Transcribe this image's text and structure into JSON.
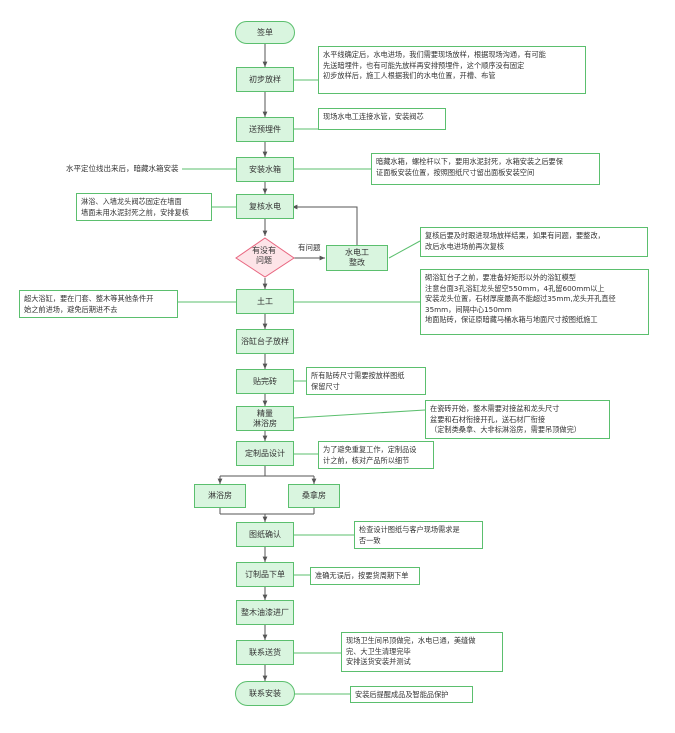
{
  "colors": {
    "node_fill": "#d9f5df",
    "node_border": "#5bbf6e",
    "decision_fill": "#fde4e8",
    "decision_border": "#e8657f",
    "line": "#555555"
  },
  "nodes": {
    "sign": "签单",
    "initial_layout": "初步放样",
    "embed_parts": "送预埋件",
    "install_tank": "安装水箱",
    "review_plumbing": "复核水电",
    "check_issue": "有没有\n问题",
    "fix_plumbing": "水电工\n整改",
    "masonry": "土工",
    "tub_platform": "浴缸台子放样",
    "tiling": "贴完砖",
    "measure_shower": "精量\n淋浴房",
    "custom_design": "定制品设计",
    "shower_room": "淋浴房",
    "sauna_room": "桑拿房",
    "drawing_confirm": "图纸确认",
    "order_custom": "订制品下单",
    "wood_paint": "整木油漆进厂",
    "contact_delivery": "联系送货",
    "contact_install": "联系安装"
  },
  "edge_labels": {
    "has_issue": "有问题"
  },
  "notes": {
    "initial_layout": "水平线确定后，水电进场，我们需要现场放样，根据现场沟通，有可能\n先送暗埋件，也有可能先放样再安排预埋件，这个顺序没有固定\n初步放样后，施工人根据我们的水电位置，开槽、布管",
    "embed_parts": "现场水电工连接水管，安装阀芯",
    "install_tank_left": "水平定位线出来后，暗藏水箱安装",
    "install_tank_right": "暗藏水箱，螺栓杆以下，要用水泥封死，水箱安装之后要保\n证面板安装位置，按照图纸尺寸留出面板安装空间",
    "review_left": "淋浴、入墙龙头阀芯固定在墙面\n墙面未用水泥封死之前，安排复核",
    "fix_plumbing": "复核后要及时跟进现场放样结果，如果有问题，要整改，\n改后水电进场前再次复核",
    "masonry_left": "超大浴缸，要在门套、整木等其他条件开\n始之前进场，避免后期进不去",
    "masonry_right": "砌浴缸台子之前，要准备好矩形以外的浴缸模型\n注意台面3孔浴缸龙头留空550mm，4孔留600mm以上\n安装龙头位置，石材厚度最高不能超过35mm,龙头开孔直径\n35mm，间隔中心150mm\n地面贴砖，保证原暗藏马桶水箱与地面尺寸按图纸施工",
    "tiling": "所有贴砖尺寸需要按放样图纸\n保留尺寸",
    "measure_shower": "在瓷砖开始，整木需要对接盆和龙头尺寸\n盆要和石材衔接开孔，送石材厂衔接\n（定制类桑拿、大非标淋浴房，需要吊顶做完）",
    "custom_design": "为了避免重复工作，定制品设\n计之前，核对产品所以细节",
    "drawing_confirm": "检查设计图纸与客户现场需求是\n否一致",
    "order_custom": "准确无误后，按要货周期下单",
    "contact_delivery": "现场卫生间吊顶做完，水电已通，美缝做\n完、大卫生清理完毕\n安排送货安装并测试",
    "contact_install": "安装后提醒成品及智能品保护"
  }
}
